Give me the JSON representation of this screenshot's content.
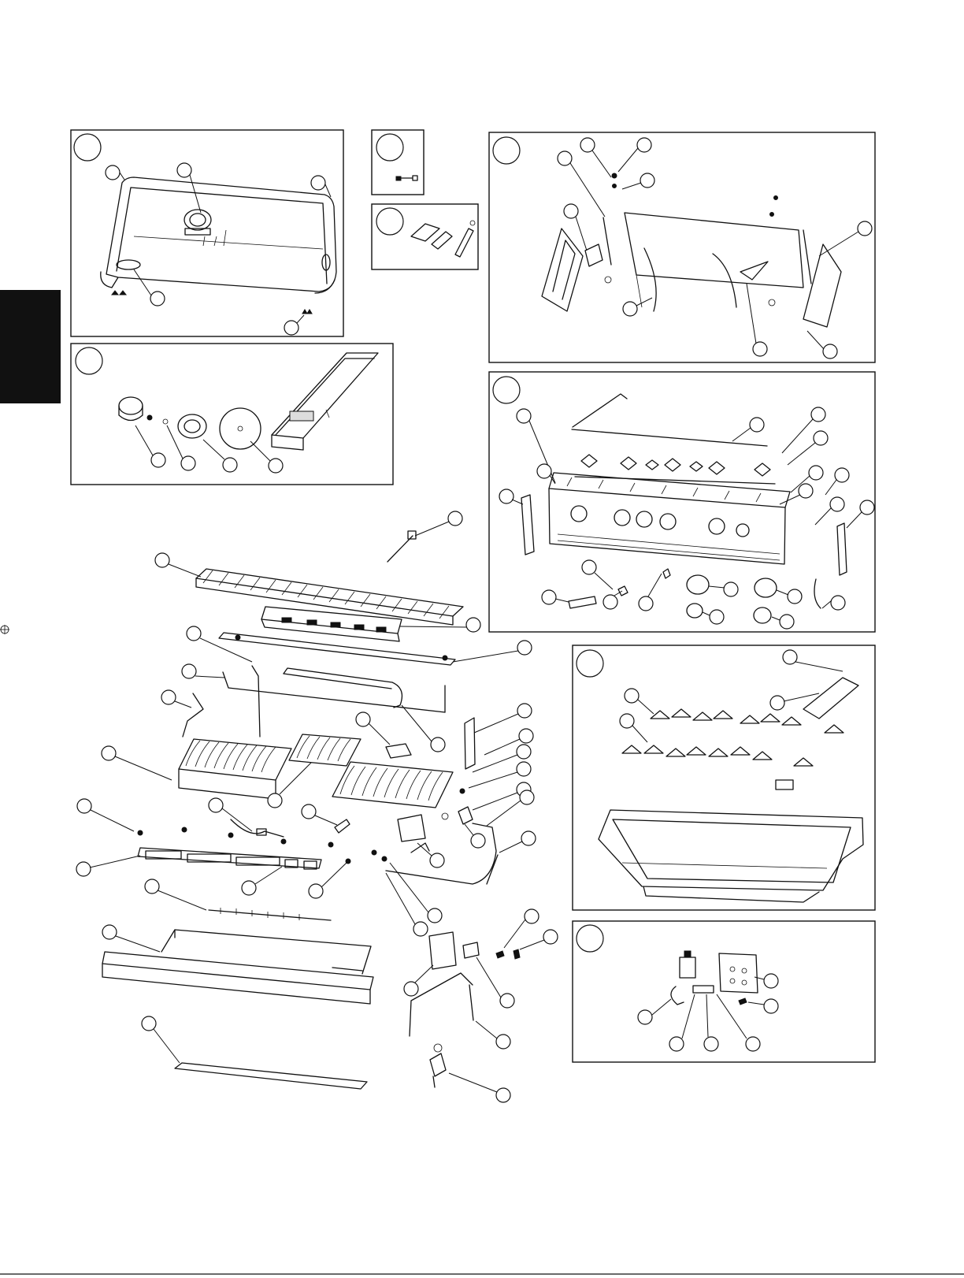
{
  "page": {
    "background": "#ffffff",
    "ink": "#111111"
  },
  "side_tab": {
    "color": "#111111"
  },
  "panels": [
    {
      "id": "lid-assembly"
    },
    {
      "id": "hardware-bolt"
    },
    {
      "id": "brackets-kit"
    },
    {
      "id": "control-panel-side-shelves"
    },
    {
      "id": "knob-rotisserie-burner"
    },
    {
      "id": "valve-manifold-panel"
    },
    {
      "id": "burner-box-heat-shields"
    },
    {
      "id": "ignition-module"
    }
  ],
  "main_assembly": {
    "id": "grill-head-exploded"
  }
}
